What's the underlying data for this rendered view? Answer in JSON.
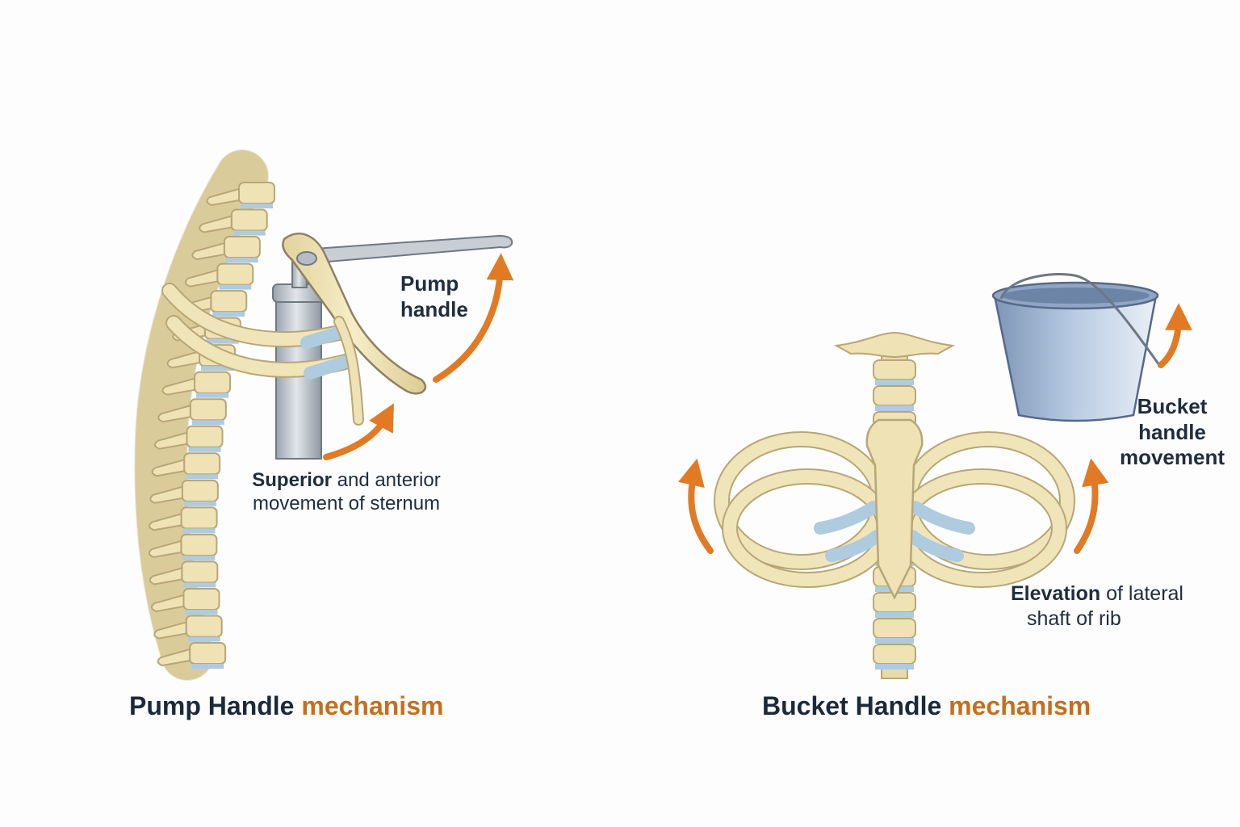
{
  "colors": {
    "bone": "#efe3b6",
    "bone_outline": "#b8a676",
    "cartilage": "#aecbe0",
    "arrow": "#e27a24",
    "metal": "#c3c9d1",
    "text": "#1f2d3d",
    "accent_text": "#c46f1e"
  },
  "icons": {
    "spine": "spine-icon",
    "pump": "pump-icon",
    "bucket": "bucket-icon",
    "arrow": "curved-arrow-icon"
  },
  "pump_panel": {
    "handle_label": {
      "line1": "Pump",
      "line2": "handle"
    },
    "sternum_label": {
      "bold": "Superior",
      "rest": " and anterior",
      "line2": "movement of sternum"
    },
    "title": {
      "main": "Pump Handle ",
      "accent": "mechanism"
    }
  },
  "bucket_panel": {
    "movement_label": {
      "line1": "Bucket",
      "line2": "handle",
      "line3": "movement"
    },
    "lateral_label": {
      "bold": "Elevation",
      "rest": " of lateral",
      "line2": "shaft of rib"
    },
    "title": {
      "main": "Bucket Handle ",
      "accent": "mechanism"
    }
  }
}
